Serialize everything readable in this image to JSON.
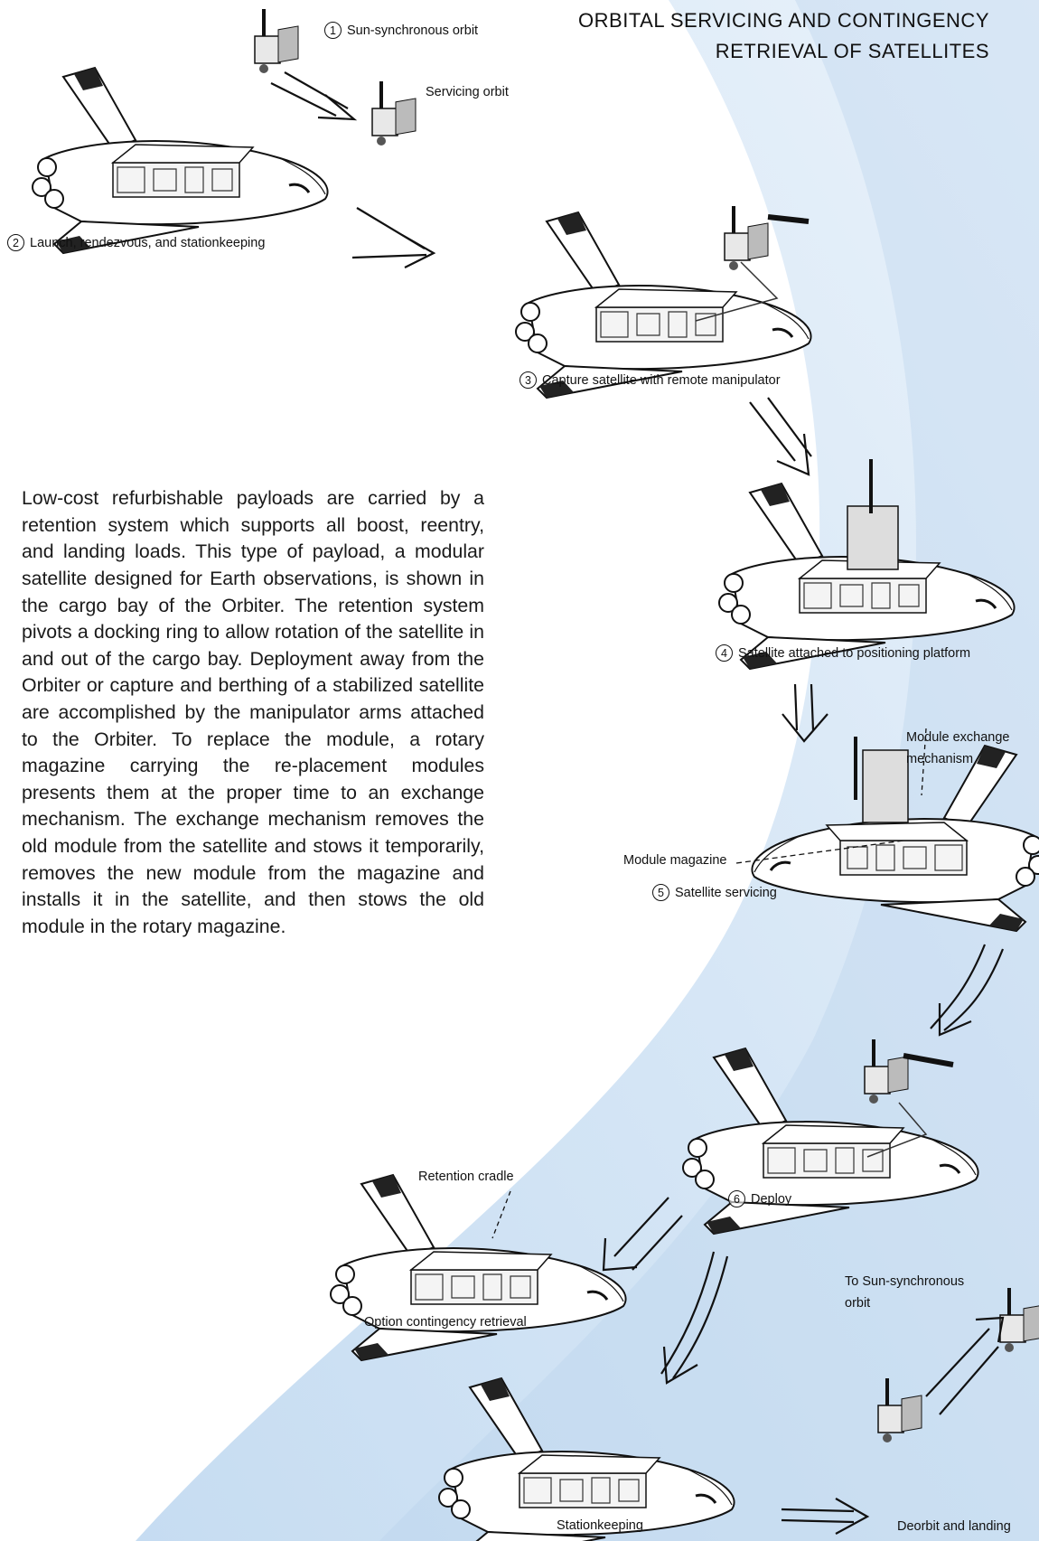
{
  "title_lines": [
    "ORBITAL SERVICING AND CONTINGENCY",
    "RETRIEVAL OF SATELLITES"
  ],
  "steps": [
    {
      "num": "1",
      "label": "Sun-synchronous orbit"
    },
    {
      "num": "2",
      "label": "Launch, rendezvous, and stationkeeping"
    },
    {
      "num": "3",
      "label": "Capture satellite with remote manipulator"
    },
    {
      "num": "4",
      "label": "Satellite attached to positioning platform"
    },
    {
      "num": "5",
      "label": "Satellite servicing"
    },
    {
      "num": "6",
      "label": "Deploy"
    }
  ],
  "labels": {
    "servicing_orbit": "Servicing orbit",
    "module_exchange_1": "Module exchange",
    "module_exchange_2": "mechanism",
    "module_magazine": "Module magazine",
    "retention_cradle": "Retention cradle",
    "option_contingency": "Option contingency retrieval",
    "to_sun_sync_1": "To Sun-synchronous",
    "to_sun_sync_2": "orbit",
    "stationkeeping": "Stationkeeping",
    "deorbit": "Deorbit and landing"
  },
  "body_text": "Low-cost refurbishable payloads are carried by a retention system which supports all boost, reentry, and landing loads. This type of payload, a modular satellite designed for Earth observations, is shown in the cargo bay of the Orbiter. The retention system pivots a docking ring to allow rotation of the satellite in and out of the cargo bay. Deployment away from the Orbiter or capture and berthing of a stabilized satellite are accomplished by the manipulator arms attached to the Orbiter. To replace the module, a rotary magazine carrying the re-placement modules presents them at the proper time to an exchange mechanism. The exchange mechanism removes the old module from the satellite and stows it temporarily, removes the new module from the magazine and installs it in the satellite, and then stows the old module in the rotary magazine.",
  "colors": {
    "sky": "#cfe3f5",
    "ink": "#111111"
  },
  "icons": [
    "space-shuttle-icon",
    "satellite-icon",
    "arrow-icon"
  ]
}
